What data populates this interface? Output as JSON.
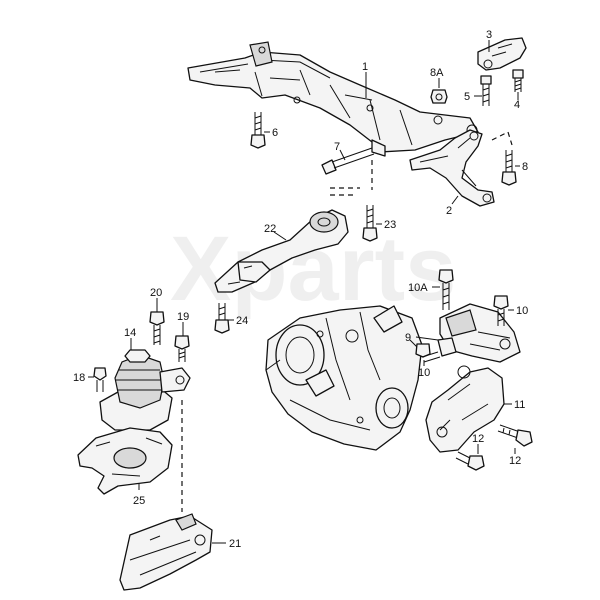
{
  "watermark": "Xparts",
  "callouts": {
    "c1": "1",
    "c2": "2",
    "c3": "3",
    "c4": "4",
    "c5": "5",
    "c6": "6",
    "c7": "7",
    "c8": "8",
    "c8a": "8A",
    "c9": "9",
    "c10a": "10A",
    "c10r": "10",
    "c10l": "10",
    "c11": "11",
    "c12a": "12",
    "c12b": "12",
    "c14": "14",
    "c18": "18",
    "c19": "19",
    "c20": "20",
    "c21": "21",
    "c22": "22",
    "c23": "23",
    "c24": "24",
    "c25": "25"
  }
}
